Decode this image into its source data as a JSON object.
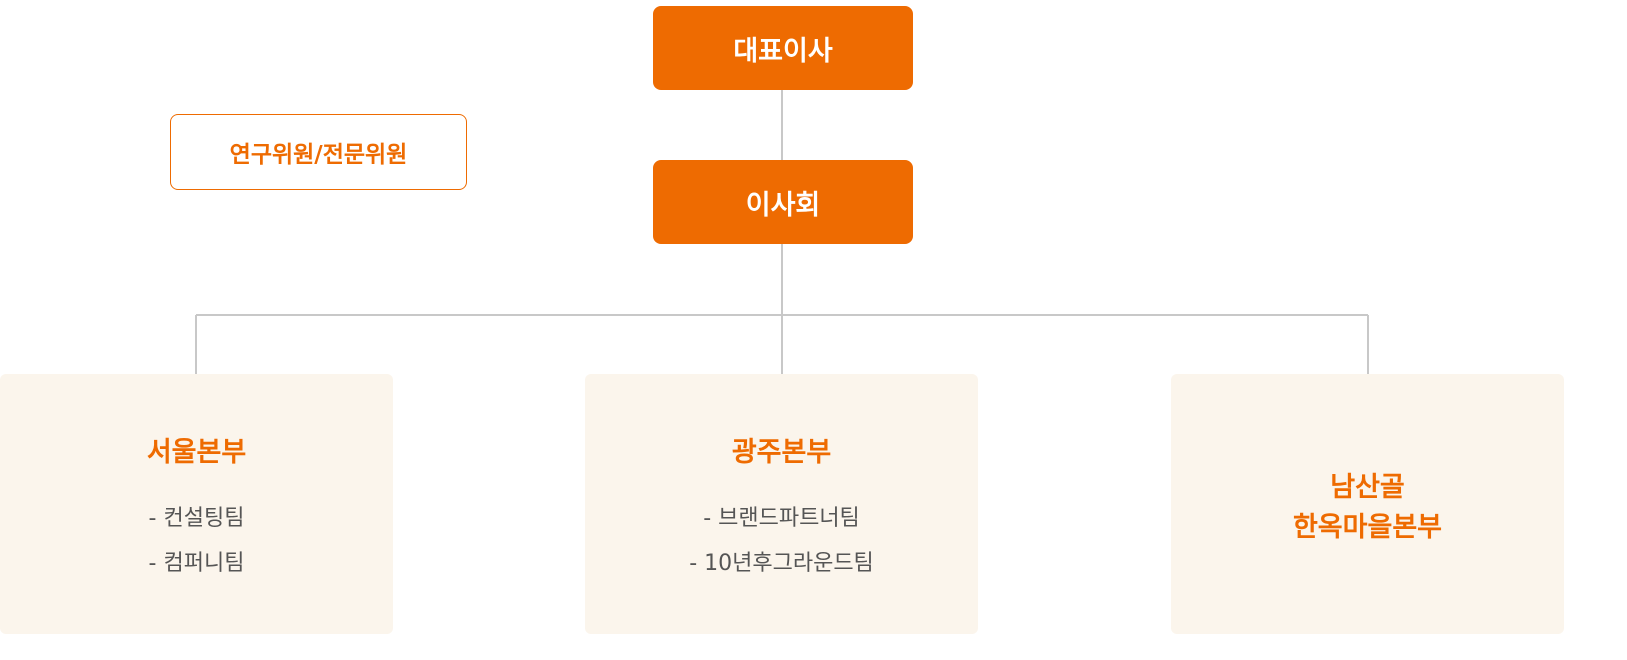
{
  "ceo": {
    "label": "대표이사"
  },
  "board": {
    "label": "이사회"
  },
  "advisors": {
    "label": "연구위원/전문위원"
  },
  "divisions": [
    {
      "title": "서울본부",
      "teams": [
        "- 컨설팅팀",
        "- 컴퍼니팀"
      ]
    },
    {
      "title": "광주본부",
      "teams": [
        "- 브랜드파트너팀",
        "- 10년후그라운드팀"
      ]
    },
    {
      "title_lines": [
        "남산골",
        "한옥마을본부"
      ]
    }
  ],
  "colors": {
    "accent": "#ee6b01",
    "division_bg": "#fbf5ec",
    "connector": "#c8c8c8",
    "team_text": "#555555"
  }
}
